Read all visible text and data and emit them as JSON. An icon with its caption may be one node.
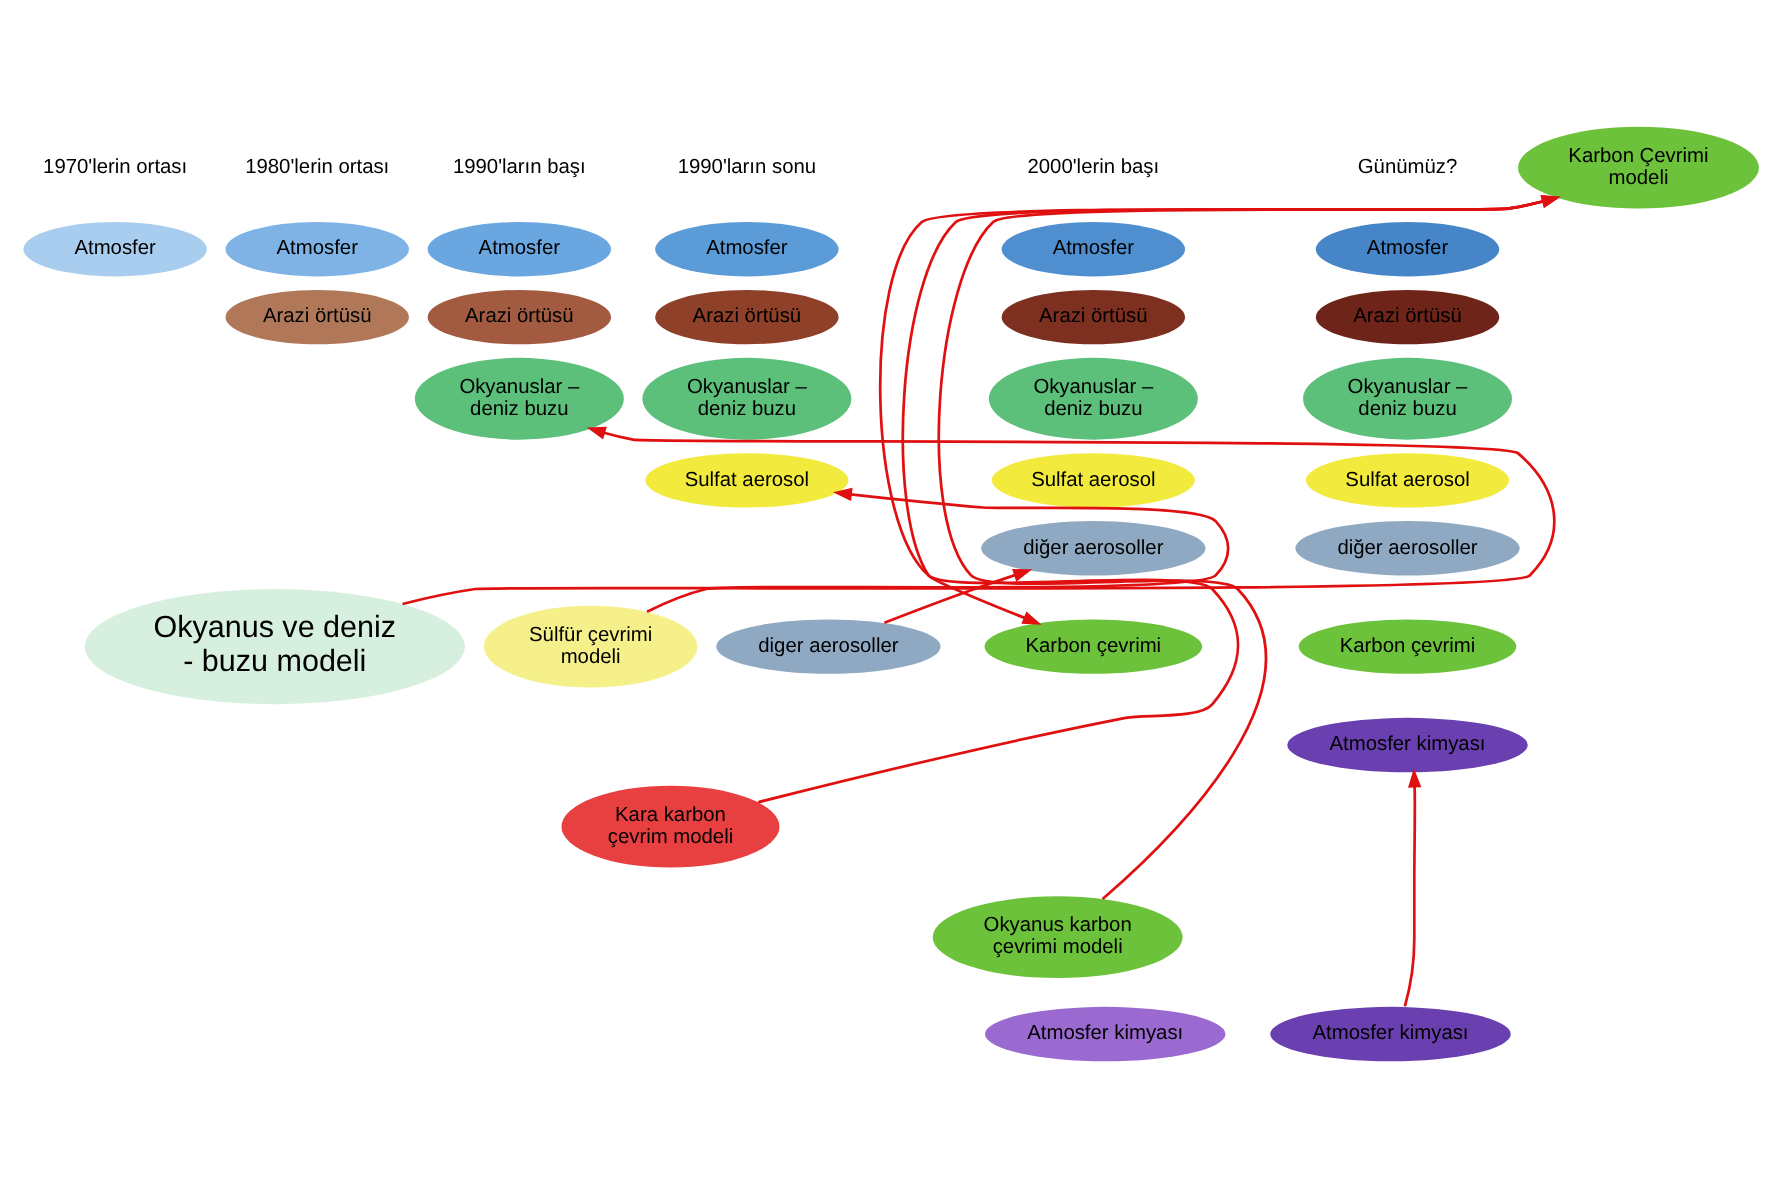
{
  "diagram": {
    "nodes": [
      {
        "text": [
          "Atmosfer"
        ]
      },
      {
        "text": [
          "Atmosfer"
        ]
      },
      {
        "text": [
          "Arazi örtüsü"
        ]
      },
      {
        "text": [
          "Atmosfer"
        ]
      },
      {
        "text": [
          "Arazi örtüsü"
        ]
      },
      {
        "text": [
          "Okyanuslar – deniz buzu"
        ]
      },
      {
        "text": [
          "Atmosfer"
        ]
      },
      {
        "text": [
          "Arazi örtüsü"
        ]
      },
      {
        "text": [
          "Okyanuslar – deniz buzu"
        ]
      },
      {
        "text": [
          "Sulfat aerosol"
        ]
      },
      {
        "text": [
          "Atmosfer"
        ]
      },
      {
        "text": [
          "Arazi örtüsü"
        ]
      },
      {
        "text": [
          "Okyanuslar – deniz buzu"
        ]
      },
      {
        "text": [
          "Sulfat aerosol"
        ]
      },
      {
        "text": [
          "diğer aerosoller"
        ]
      },
      {
        "text": [
          "Karbon çevrimi"
        ]
      },
      {
        "text": [
          "Atmosfer"
        ]
      },
      {
        "text": [
          "Arazi örtüsü"
        ]
      },
      {
        "text": [
          "Okyanuslar – deniz buzu"
        ]
      },
      {
        "text": [
          "Sulfat aerosol"
        ]
      },
      {
        "text": [
          "diğer aerosoller"
        ]
      },
      {
        "text": [
          "Karbon çevrimi"
        ]
      },
      {
        "text": [
          "Atmosfer kimyası"
        ]
      },
      {
        "text": [
          "Okyanus ve deniz - buzu modeli"
        ]
      },
      {
        "text": [
          "Sülfür çevrimi modeli"
        ]
      },
      {
        "text": [
          "diger aerosoller"
        ]
      },
      {
        "text": [
          "Kara karbon çevrim modeli"
        ]
      },
      {
        "text": [
          "Karbon Çevrimi modeli"
        ]
      },
      {
        "text": [
          "Okyanus karbon çevrimi modeli"
        ]
      },
      {
        "text": [
          "Atmosfer kimyası"
        ]
      },
      {
        "text": [
          "Atmosfer kimyası"
        ]
      }
    ],
    "edges": [
      {
        "from": 23,
        "to": 5,
        "arrow": "to"
      },
      {
        "from": 24,
        "to": 9,
        "arrow": "to"
      },
      {
        "from": 25,
        "to": 14,
        "arrow": "to"
      },
      {
        "from": 26,
        "to": 27,
        "arrow": "to"
      },
      {
        "from": 28,
        "to": 27,
        "arrow": "to"
      },
      {
        "from": 27,
        "to": 15,
        "arrow": "to"
      },
      {
        "from": 30,
        "to": 22,
        "arrow": "to"
      }
    ],
    "labels": [
      "1970'lerin ortası",
      "1980'lerin ortası",
      "1990'ların başı",
      "1990'ların sonu",
      "2000'lerin başı",
      "Günümüz?"
    ]
  }
}
